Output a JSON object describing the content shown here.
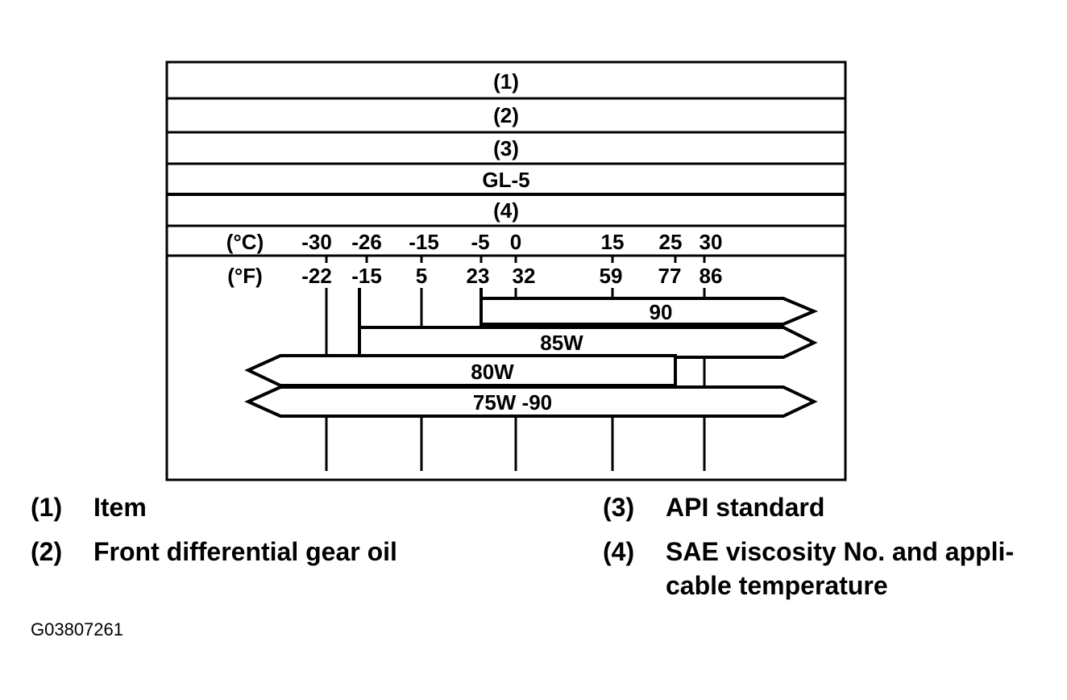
{
  "rows": [
    "(1)",
    "(2)",
    "(3)",
    "GL-5",
    "(4)"
  ],
  "scale": {
    "celsius_unit": "(°C)",
    "fahrenheit_unit": "(°F)",
    "celsius_ticks": [
      "-30",
      "-26",
      "-15",
      "-5",
      "0",
      "15",
      "25",
      "30"
    ],
    "fahrenheit_ticks": [
      "-22",
      "-15",
      "5",
      "23",
      "32",
      "59",
      "77",
      "86"
    ]
  },
  "grades": [
    {
      "label": "90",
      "min_c": -5,
      "max_c": null
    },
    {
      "label": "85W",
      "min_c": -26,
      "max_c": null
    },
    {
      "label": "80W",
      "min_c": null,
      "max_c": 25
    },
    {
      "label": "75W -90",
      "min_c": null,
      "max_c": null
    }
  ],
  "legend": [
    {
      "num": "(1)",
      "text": "Item"
    },
    {
      "num": "(2)",
      "text": "Front differential gear oil"
    },
    {
      "num": "(3)",
      "text": "API standard"
    },
    {
      "num": "(4)",
      "text": "SAE viscosity No. and appli-",
      "text2": "cable temperature"
    }
  ],
  "figure_code": "G03807261"
}
